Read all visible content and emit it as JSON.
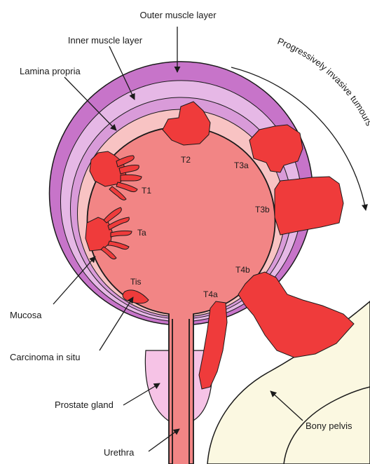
{
  "labels": {
    "outer_muscle": "Outer muscle layer",
    "inner_muscle": "Inner muscle layer",
    "lamina_propria": "Lamina propria",
    "progressive": "Progressively invasive tumours",
    "mucosa": "Mucosa",
    "carcinoma_in_situ": "Carcinoma in situ",
    "prostate_gland": "Prostate gland",
    "urethra": "Urethra",
    "bony_pelvis": "Bony pelvis"
  },
  "stages": {
    "t1": "T1",
    "t2": "T2",
    "t3a": "T3a",
    "t3b": "T3b",
    "ta": "Ta",
    "t4a": "T4a",
    "t4b": "T4b",
    "tis": "Tis"
  },
  "colors": {
    "outer_muscle": "#c774c9",
    "inner_muscle": "#e6b8e6",
    "lamina_propria": "#f8c3c3",
    "mucosa_lumen": "#f28585",
    "tumour": "#ef3b3b",
    "bone": "#fbf8e1",
    "prostate": "#f6c3e6"
  }
}
